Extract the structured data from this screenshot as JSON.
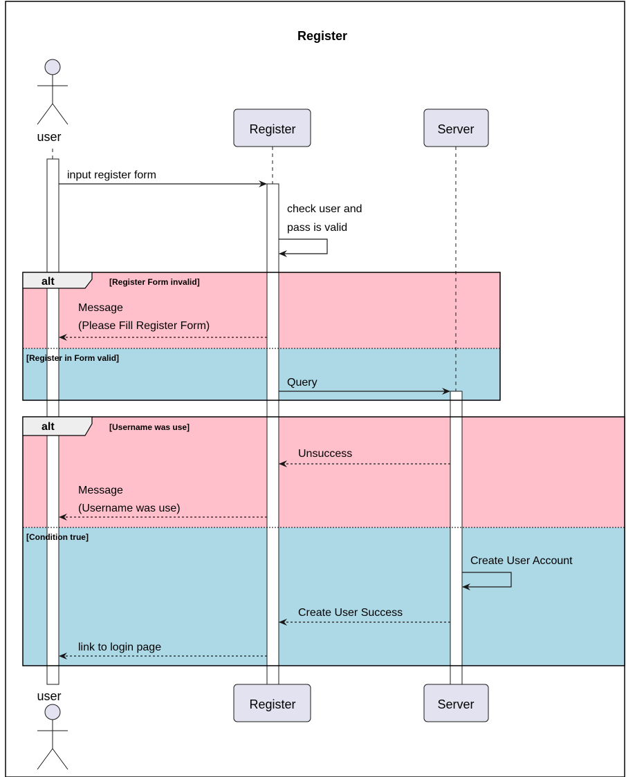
{
  "diagram": {
    "title": "Register",
    "participants": {
      "user": "user",
      "register": "Register",
      "server": "Server"
    },
    "messages": {
      "m1": "input register form",
      "m2_line1": "check user and",
      "m2_line2": "pass is valid",
      "m3_line1": "Message",
      "m3_line2": "(Please Fill Register Form)",
      "m4": "Query",
      "m5": "Unsuccess",
      "m6_line1": "Message",
      "m6_line2": "(Username was use)",
      "m7": "Create User Account",
      "m8": "Create User Success",
      "m9": "link to login page"
    },
    "fragments": {
      "alt1_label": "alt",
      "alt1_guard1": "[Register Form invalid]",
      "alt1_guard2": "[Register in Form valid]",
      "alt2_label": "alt",
      "alt2_guard1": "[Username was use]",
      "alt2_guard2": "[Condition true]"
    },
    "colors": {
      "alt_fail": "#ffc0cb",
      "alt_ok": "#add8e6",
      "participant_fill": "#e2e2f0",
      "participant_stroke": "#181818"
    }
  }
}
